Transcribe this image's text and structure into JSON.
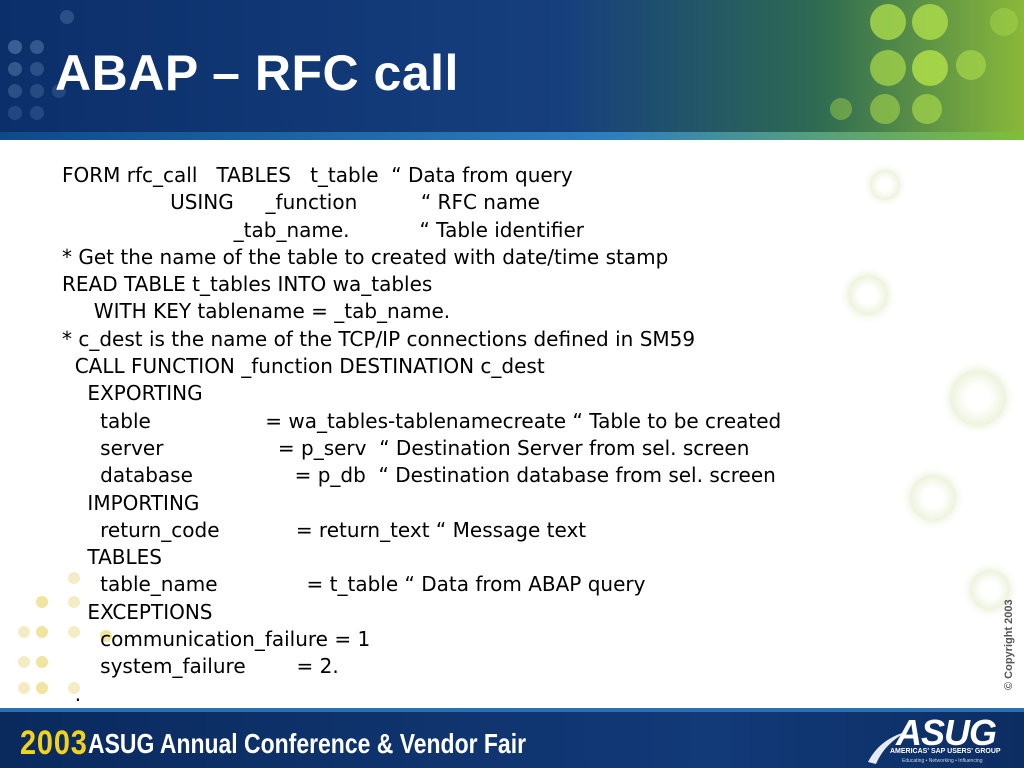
{
  "slide": {
    "title": "ABAP – RFC call",
    "code_lines": [
      "FORM rfc_call   TABLES   t_table  “ Data from query",
      "                 USING     _function          “ RFC name",
      "                           _tab_name.           “ Table identifier",
      "* Get the name of the table to created with date/time stamp",
      "READ TABLE t_tables INTO wa_tables",
      "     WITH KEY tablename = _tab_name.",
      "* c_dest is the name of the TCP/IP connections defined in SM59",
      "  CALL FUNCTION _function DESTINATION c_dest",
      "    EXPORTING",
      "      table                  = wa_tables-tablenamecreate “ Table to be created",
      "      server                  = p_serv  “ Destination Server from sel. screen",
      "      database                = p_db  “ Destination database from sel. screen",
      "    IMPORTING",
      "      return_code            = return_text “ Message text",
      "    TABLES",
      "      table_name              = t_table “ Data from ABAP query",
      "    EXCEPTIONS",
      "      communication_failure = 1",
      "      system_failure        = 2.",
      "  ."
    ],
    "copyright": "© Copyright 2003"
  },
  "footer": {
    "conference_year": "2003",
    "conference_name": "ASUG Annual Conference & Vendor Fair",
    "logo_text": "ASUG",
    "logo_subtitle": "AMERICAS' SAP USERS' GROUP",
    "logo_tagline": "Educating • Networking • Influencing"
  },
  "colors": {
    "header_blue": "#0b2f6a",
    "accent_green": "#8ab83a",
    "conference_yellow": "#f2d21b",
    "footer_blue": "#0a2a5e"
  }
}
